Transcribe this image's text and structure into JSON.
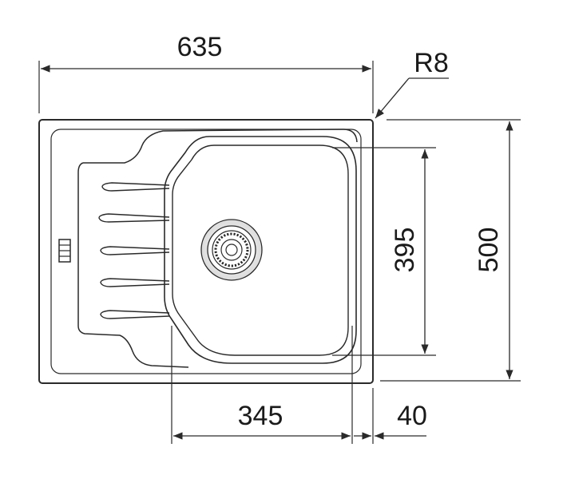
{
  "drawing": {
    "dimensions": {
      "overall_width": "635",
      "overall_depth": "500",
      "bowl_width": "345",
      "bowl_depth": "395",
      "edge_offset": "40",
      "corner_radius": "R8"
    },
    "colors": {
      "line": "#2a2a2a",
      "background": "#ffffff"
    }
  }
}
